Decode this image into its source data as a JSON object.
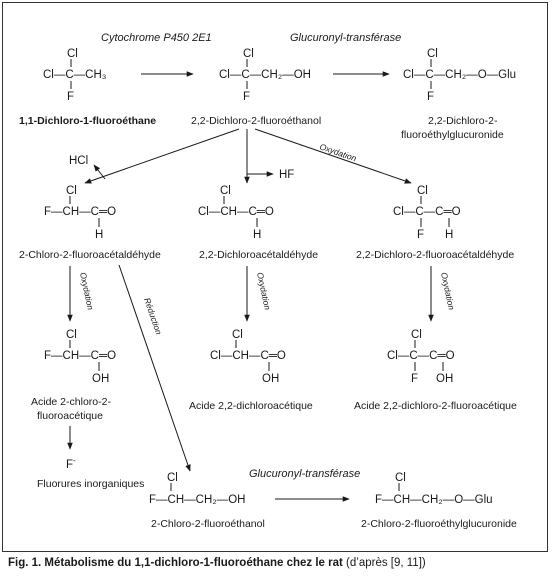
{
  "compounds": {
    "c1": {
      "name": "1,1-Dichloro-1-fluoroéthane",
      "top": "Cl",
      "main": "Cl—C—CH₃",
      "bottom": "F"
    },
    "c2": {
      "name": "2,2-Dichloro-2-fluoroéthanol",
      "top": "Cl",
      "main": "Cl—C—CH₂—OH",
      "bottom": "F"
    },
    "c3": {
      "name_line1": "2,2-Dichloro-2-",
      "name_line2": "fluoroéthylglucuronide",
      "top": "Cl",
      "main": "Cl—C—CH₂—O—Glu",
      "bottom": "F"
    },
    "c4": {
      "name": "2-Chloro-2-fluoroacétaldéhyde",
      "top": "Cl",
      "main": "F—CH—C═O",
      "bottom": "H"
    },
    "c5": {
      "name": "2,2-Dichloroacétaldéhyde",
      "top": "Cl",
      "main": "Cl—CH—C═O",
      "bottom": "H"
    },
    "c6": {
      "name": "2,2-Dichloro-2-fluoroacétaldéhyde",
      "top": "Cl",
      "main": "Cl—C—C═O",
      "bottom_left": "F",
      "bottom_right": "H"
    },
    "c7": {
      "name_line1": "Acide 2-chloro-2-",
      "name_line2": "fluoroacétique",
      "top": "Cl",
      "main": "F—CH—C═O",
      "bottom": "OH"
    },
    "c8": {
      "name": "Acide 2,2-dichloroacétique",
      "top": "Cl",
      "main": "Cl—CH—C═O",
      "bottom": "OH"
    },
    "c9": {
      "name": "Acide 2,2-dichloro-2-fluoroacétique",
      "top": "Cl",
      "main": "Cl—C—C═O",
      "bottom_left": "F",
      "bottom_right": "OH"
    },
    "c10": {
      "name": "2-Chloro-2-fluoroéthanol",
      "top": "Cl",
      "main": "F—CH—CH₂—OH"
    },
    "c11": {
      "name": "2-Chloro-2-fluoroéthylglucuronide",
      "top": "Cl",
      "main": "F—CH—CH₂—O—Glu"
    },
    "fluoride": {
      "ion": "F",
      "charge": "-",
      "name": "Fluorures inorganiques"
    }
  },
  "byproducts": {
    "hcl": "HCl",
    "hf": "HF"
  },
  "enzymes": {
    "cyp": "Cytochrome P450 2E1",
    "ugt_top": "Glucuronyl-transférase",
    "ugt_bottom": "Glucuronyl-transférase"
  },
  "reactions": {
    "oxidation_diag": "Oxydation",
    "oxidation_left": "Oxydation",
    "oxidation_mid": "Oxydation",
    "oxidation_right": "Oxydation",
    "reduction": "Réduction"
  },
  "caption": {
    "bold": "Fig. 1. Métabolisme du 1,1-dichloro-1-fluoroéthane chez le rat",
    "rest": " (d’après [9, 11])"
  }
}
